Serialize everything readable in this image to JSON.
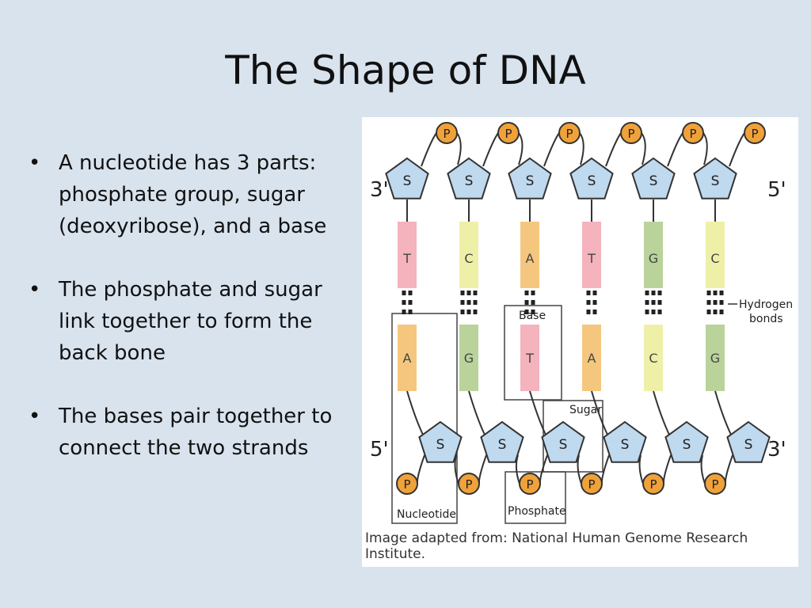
{
  "slide": {
    "title": "The Shape of DNA",
    "bullets": [
      "A nucleotide has 3 parts: phosphate group, sugar (deoxyribose), and a base",
      "The phosphate and sugar link together to form the back bone",
      "The bases pair together to connect the two strands"
    ]
  },
  "diagram": {
    "top_strand_bases": [
      "T",
      "C",
      "A",
      "T",
      "G",
      "C"
    ],
    "bottom_strand_bases": [
      "A",
      "G",
      "T",
      "A",
      "C",
      "G"
    ],
    "sugar_label": "S",
    "phosphate_label": "P",
    "end_labels": {
      "top_left": "3'",
      "top_right": "5'",
      "bottom_left": "5'",
      "bottom_right": "3'"
    },
    "callouts": {
      "hydrogen_bonds": "Hydrogen bonds",
      "base": "Base",
      "sugar": "Sugar",
      "nucleotide": "Nucleotide",
      "phosphate": "Phosphate"
    },
    "credit": "Image adapted from: National Human Genome Research Institute.",
    "colors": {
      "T": "#f4b3bd",
      "A": "#f5c77e",
      "C": "#eef0a8",
      "G": "#b9d39a",
      "sugar": "#bfd9ef",
      "phosphate": "#f0a23a"
    }
  }
}
